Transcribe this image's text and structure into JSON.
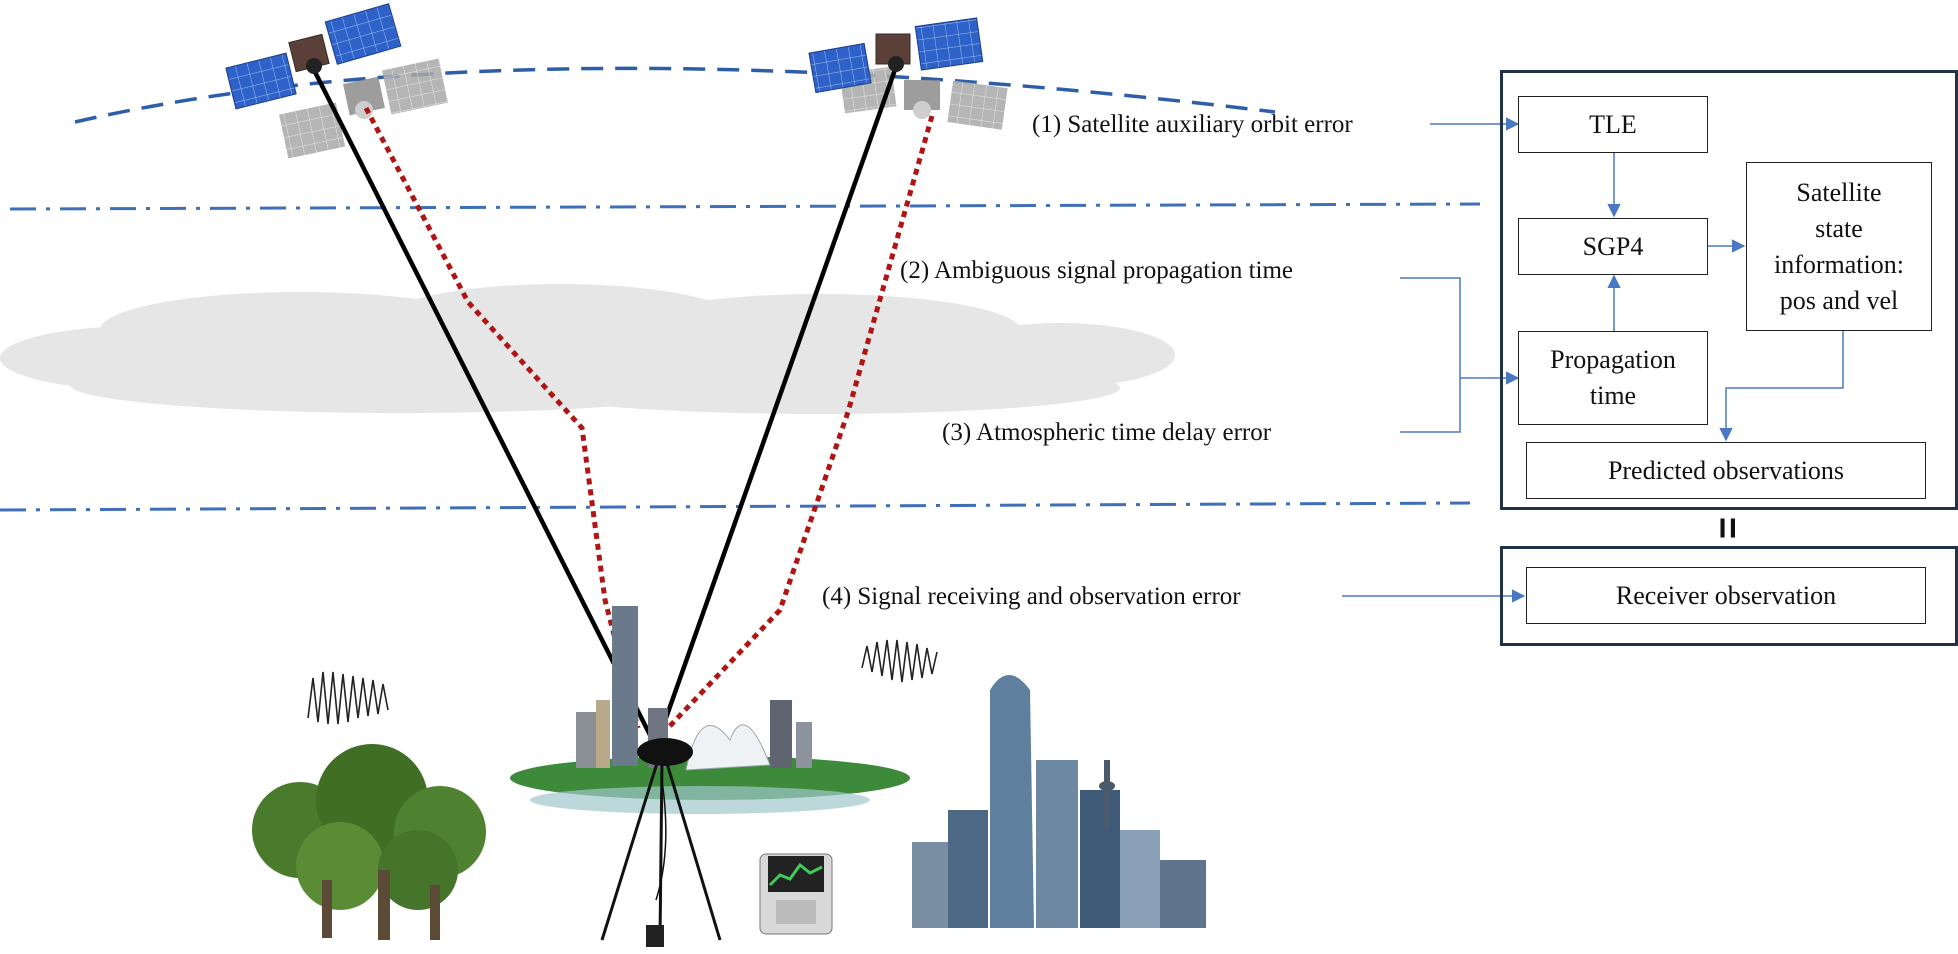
{
  "labels": {
    "l1": "(1) Satellite auxiliary orbit error",
    "l2": "(2) Ambiguous signal propagation time",
    "l3": "(3) Atmospheric time delay error",
    "l4": "(4) Signal receiving and observation error"
  },
  "boxes": {
    "tle": "TLE",
    "sgp4": "SGP4",
    "state": [
      "Satellite",
      "state",
      "information:",
      "pos and vel"
    ],
    "propagation": [
      "Propagation",
      "time"
    ],
    "predicted": "Predicted observations",
    "receiver": "Receiver observation"
  },
  "equals_symbol": "=",
  "colors": {
    "arrow": "#4a78c2",
    "frame": "#1f3247",
    "orbit": "#2e5ea8",
    "signal_direct": "#000000",
    "signal_reflected": "#b01515",
    "cloud": "#e6e6e6",
    "solar_panel": "#2f62c8"
  },
  "icons": [
    "satellite-icon",
    "tree-icon",
    "building-icon",
    "tripod-receiver-icon",
    "instrument-case-icon",
    "signal-wave-icon"
  ]
}
